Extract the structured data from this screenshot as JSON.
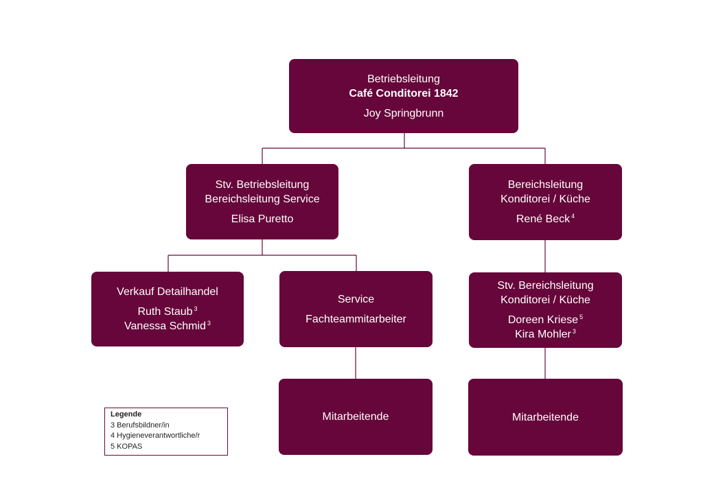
{
  "top": {
    "title": "Betriebsleitung",
    "company": "Café Conditorei 1842",
    "person": "Joy Springbrunn"
  },
  "service_lead": {
    "line1": "Stv. Betriebsleitung",
    "line2": "Bereichsleitung Service",
    "person": "Elisa Puretto"
  },
  "kitchen_lead": {
    "line1": "Bereichsleitung",
    "line2": "Konditorei / Küche",
    "person": "René Beck",
    "person_sup": "4"
  },
  "retail": {
    "title": "Verkauf Detailhandel",
    "people": [
      {
        "name": "Ruth Staub",
        "sup": "3"
      },
      {
        "name": "Vanessa Schmid",
        "sup": "3"
      }
    ]
  },
  "service": {
    "title": "Service",
    "subtitle": "Fachteammitarbeiter"
  },
  "kitchen_deputy": {
    "line1": "Stv. Bereichsleitung",
    "line2": "Konditorei / Küche",
    "people": [
      {
        "name": "Doreen Kriese",
        "sup": "5"
      },
      {
        "name": "Kira Mohler",
        "sup": "3"
      }
    ]
  },
  "service_staff": {
    "label": "Mitarbeitende"
  },
  "kitchen_staff": {
    "label": "Mitarbeitende"
  },
  "legend": {
    "title": "Legende",
    "items": [
      "3 Berufsbildner/in",
      "4 Hygieneverantwortliche/r",
      "5 KOPAS"
    ]
  }
}
